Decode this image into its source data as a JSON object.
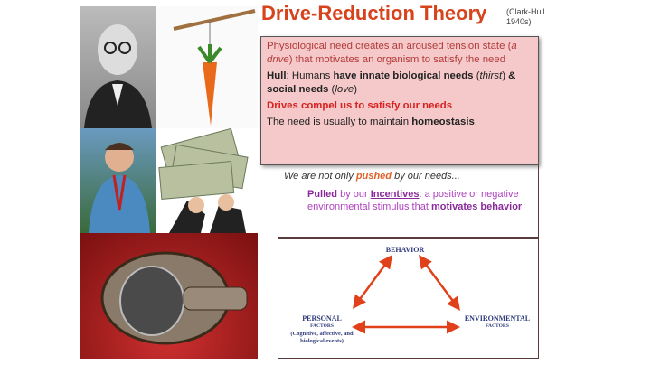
{
  "slide": {
    "title": "Drive-Reduction Theory",
    "citation": "(Clark-Hull 1940s)",
    "need_box": {
      "p1_a": "Physiological need creates an aroused tension state (",
      "p1_italic": "a drive",
      "p1_b": ") that motivates an organism to satisfy the need",
      "p2_hull": "Hull",
      "p2_a": ": Humans ",
      "p2_bold1": "have innate biological needs",
      "p2_b": " (",
      "p2_it1": "thirst",
      "p2_c": ") ",
      "p2_bold2": "& social needs",
      "p2_d": " (",
      "p2_it2": "love",
      "p2_e": ")",
      "p3": "Drives compel us to satisfy our needs",
      "p4_a": "The need is usually to maintain ",
      "p4_bold": "homeostasis",
      "p4_b": "."
    },
    "incentive_box": {
      "l1_a": "We are not only ",
      "l1_pushed": "pushed",
      "l1_b": " by our needs...",
      "l2_pulled": "Pulled",
      "l2_a": " by our ",
      "l2_incentives": "Incentives",
      "l2_b": ": a positive or negative environmental stimulus that ",
      "l2_bold": "motivates behavior"
    },
    "diagram": {
      "behavior": "BEHAVIOR",
      "personal": "PERSONAL",
      "personal_sub": "FACTORS",
      "personal_note": "(Cognitive, affective, and biological events)",
      "environmental": "ENVIRONMENTAL",
      "environmental_sub": "FACTORS",
      "arrow_color": "#e0401a"
    },
    "colors": {
      "title": "#d7441c",
      "box_fill": "#f5c9c9"
    }
  }
}
